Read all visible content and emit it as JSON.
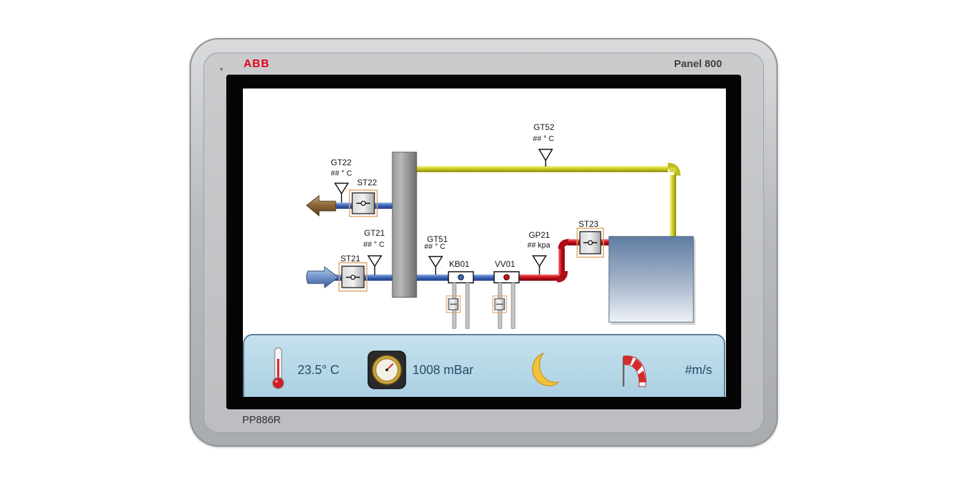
{
  "device": {
    "brand": "ABB",
    "model_name": "Panel 800",
    "model_code": "PP886R"
  },
  "diagram": {
    "gt52": {
      "label": "GT52",
      "value": "## ° C"
    },
    "gt22": {
      "label": "GT22",
      "value": "## ° C"
    },
    "st22": {
      "label": "ST22"
    },
    "gt21": {
      "label": "GT21",
      "value": "## ° C"
    },
    "st21": {
      "label": "ST21"
    },
    "gt51": {
      "label": "GT51",
      "value": "## ° C"
    },
    "kb01": {
      "label": "KB01"
    },
    "vv01": {
      "label": "VV01"
    },
    "gp21": {
      "label": "GP21",
      "value": "## kpa"
    },
    "st23": {
      "label": "ST23"
    }
  },
  "status_bar": {
    "temperature": "23.5° C",
    "pressure": "1008 mBar",
    "wind": "#m/s",
    "icons": [
      "thermometer-icon",
      "barometer-icon",
      "moon-icon",
      "windsock-icon"
    ]
  },
  "colors": {
    "cold_pipe": "#3f67b8",
    "hot_pipe": "#c8101b",
    "supply_pipe": "#cccc22",
    "brand": "#e2001a"
  }
}
